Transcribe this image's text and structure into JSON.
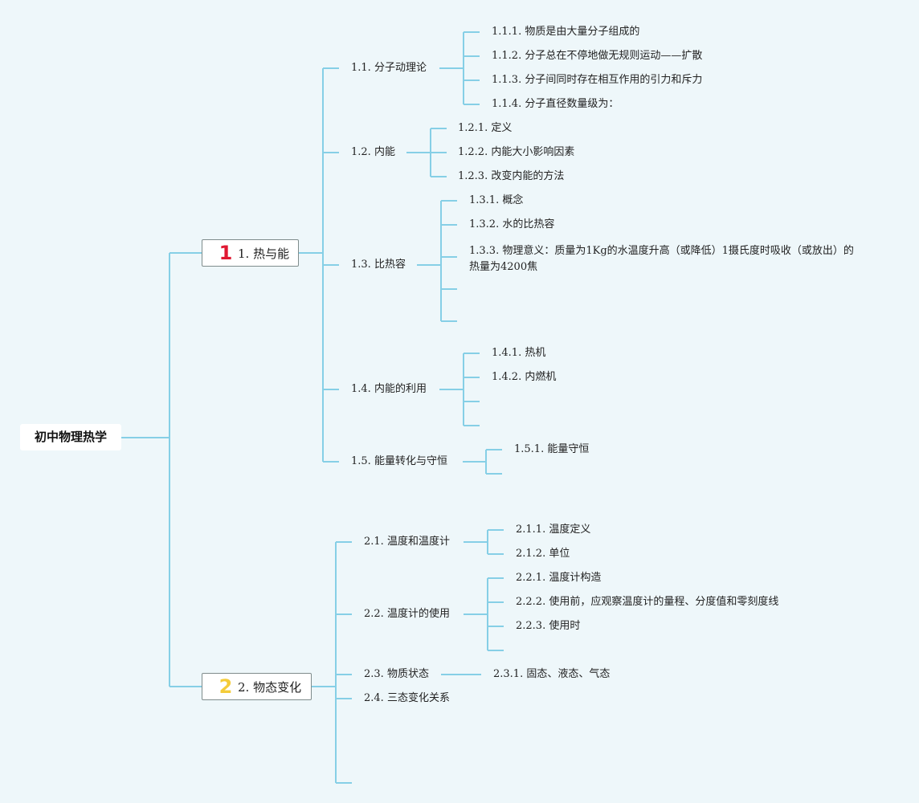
{
  "root": {
    "title": "初中物理热学"
  },
  "colors": {
    "line": "#86cfe6",
    "badge1": "#e01832",
    "badge2": "#f4cc3a",
    "background": "#eef7fa"
  },
  "sections": [
    {
      "badge": "1",
      "label": "1. 热与能",
      "children": [
        {
          "label": "1.1. 分子动理论",
          "children": [
            "1.1.1. 物质是由大量分子组成的",
            "1.1.2. 分子总在不停地做无规则运动——扩散",
            "1.1.3. 分子间同时存在相互作用的引力和斥力",
            "1.1.4. 分子直径数量级为："
          ]
        },
        {
          "label": "1.2. 内能",
          "children": [
            "1.2.1. 定义",
            "1.2.2. 内能大小影响因素",
            "1.2.3. 改变内能的方法"
          ]
        },
        {
          "label": "1.3. 比热容",
          "children": [
            "1.3.1. 概念",
            "1.3.2. 水的比热容",
            "1.3.3. 物理意义：质量为1Kg的水温度升高（或降低）1摄氏度时吸收（或放出）的热量为4200焦"
          ]
        },
        {
          "label": "1.4. 内能的利用",
          "children": [
            "1.4.1. 热机",
            "1.4.2. 内燃机"
          ]
        },
        {
          "label": "1.5. 能量转化与守恒",
          "children": [
            "1.5.1. 能量守恒"
          ]
        }
      ]
    },
    {
      "badge": "2",
      "label": "2. 物态变化",
      "children": [
        {
          "label": "2.1. 温度和温度计",
          "children": [
            "2.1.1. 温度定义",
            "2.1.2. 单位"
          ]
        },
        {
          "label": "2.2. 温度计的使用",
          "children": [
            "2.2.1. 温度计构造",
            "2.2.2. 使用前，应观察温度计的量程、分度值和零刻度线",
            "2.2.3. 使用时"
          ]
        },
        {
          "label": "2.3. 物质状态",
          "children": [
            "2.3.1. 固态、液态、气态"
          ]
        },
        {
          "label": "2.4. 三态变化关系",
          "children": []
        }
      ]
    }
  ]
}
